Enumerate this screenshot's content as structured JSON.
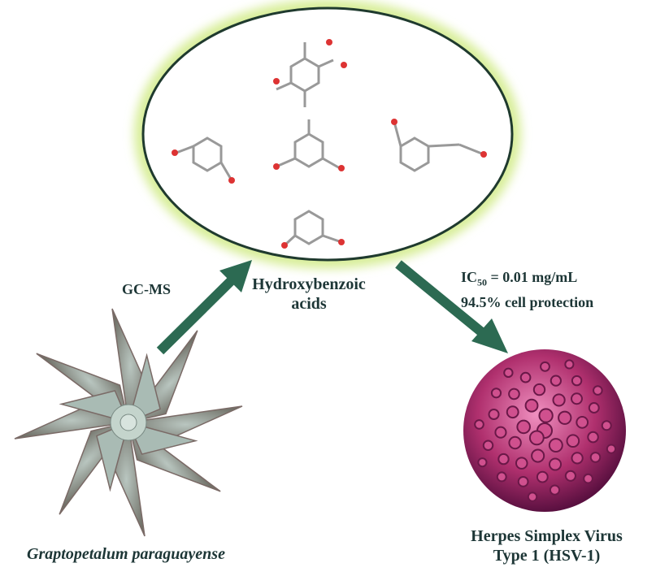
{
  "labels": {
    "method": "GC-MS",
    "compound_line1": "Hydroxybenzoic",
    "compound_line2": "acids",
    "ic50_prefix": "IC",
    "ic50_sub": "50",
    "ic50_value": " = 0.01 mg/mL",
    "protection": "94.5% cell protection",
    "plant": "Graptopetalum paraguayense",
    "virus_line1": "Herpes Simplex Virus",
    "virus_line2": "Type 1 (HSV-1)"
  },
  "colors": {
    "arrow": "#2c6a52",
    "text": "#1d3636",
    "glow": "#d8ee9a",
    "virus": "#b0306e"
  }
}
